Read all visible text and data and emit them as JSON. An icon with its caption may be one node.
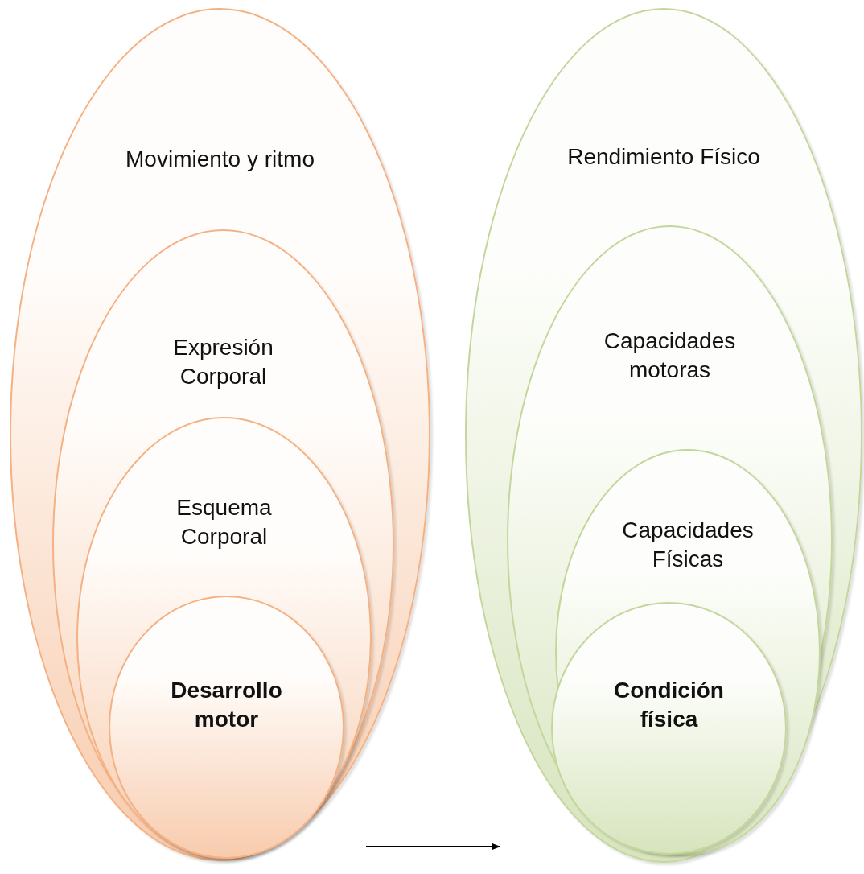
{
  "diagram": {
    "nodes": [
      {
        "text": [
          "Movimiento y ritmo"
        ]
      },
      {
        "text": [
          "Expresión Corporal"
        ],
        "in": 0
      },
      {
        "text": [
          "Esquema Corporal"
        ],
        "in": 1
      },
      {
        "text": [
          "Desarrollo motor"
        ],
        "in": 2
      },
      {
        "text": [
          "Rendimiento Físico"
        ]
      },
      {
        "text": [
          "Capacidades motoras"
        ],
        "in": 4
      },
      {
        "text": [
          "Capacidades Físicas"
        ],
        "in": 5
      },
      {
        "text": [
          "Condición física"
        ],
        "in": 6
      }
    ],
    "edges": [
      {
        "from": 0,
        "to": 4,
        "arrow": "to"
      }
    ]
  }
}
